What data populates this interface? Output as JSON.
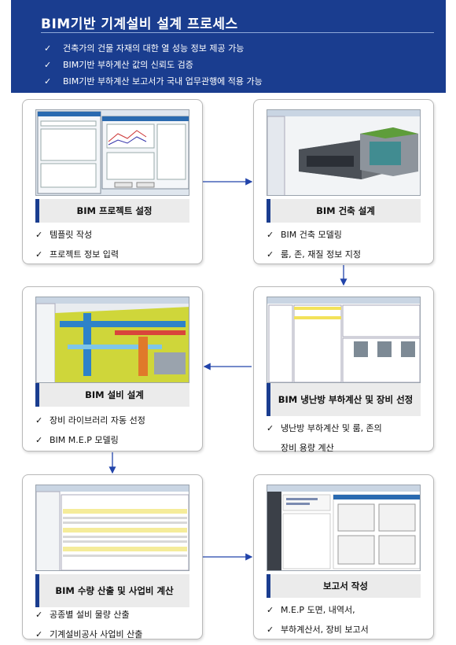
{
  "header": {
    "title": "BIM기반 기계설비 설계 프로세스",
    "bullets": [
      "건축가의 건물 자재의 대한 열 성능 정보 제공 가능",
      "BIM기반 부하계산 값의 신뢰도 검증",
      "BIM기반 부하계산 보고서가 국내 업무관행에 적용 가능"
    ]
  },
  "check_glyph": "✓",
  "steps": [
    {
      "label": "BIM 프로젝트 설정",
      "bullets": [
        "템플릿 작성",
        "프로젝트 정보 입력"
      ]
    },
    {
      "label": "BIM 건축 설계",
      "bullets": [
        "BIM 건축 모델링",
        "룸, 존, 재질 정보 지정"
      ]
    },
    {
      "label": "BIM 냉난방 부하계산 및 장비 선정",
      "bullets": [
        "냉난방 부하계산 및 룸, 존의",
        "장비 용량 계산"
      ]
    },
    {
      "label": "BIM 설비 설계",
      "bullets": [
        "장비 라이브러리 자동 선정",
        "BIM M.E.P 모델링"
      ]
    },
    {
      "label": "BIM 수량 산출 및 사업비 계산",
      "bullets": [
        "공종별 설비 물량 산출",
        "기계설비공사 사업비 산출"
      ]
    },
    {
      "label": "보고서 작성",
      "bullets": [
        "M.E.P 도면, 내역서,",
        "부하계산서, 장비 보고서"
      ]
    }
  ],
  "colors": {
    "header_bg": "#1a3d8f",
    "accent": "#1a3d8f",
    "arrow": "#2244aa"
  }
}
